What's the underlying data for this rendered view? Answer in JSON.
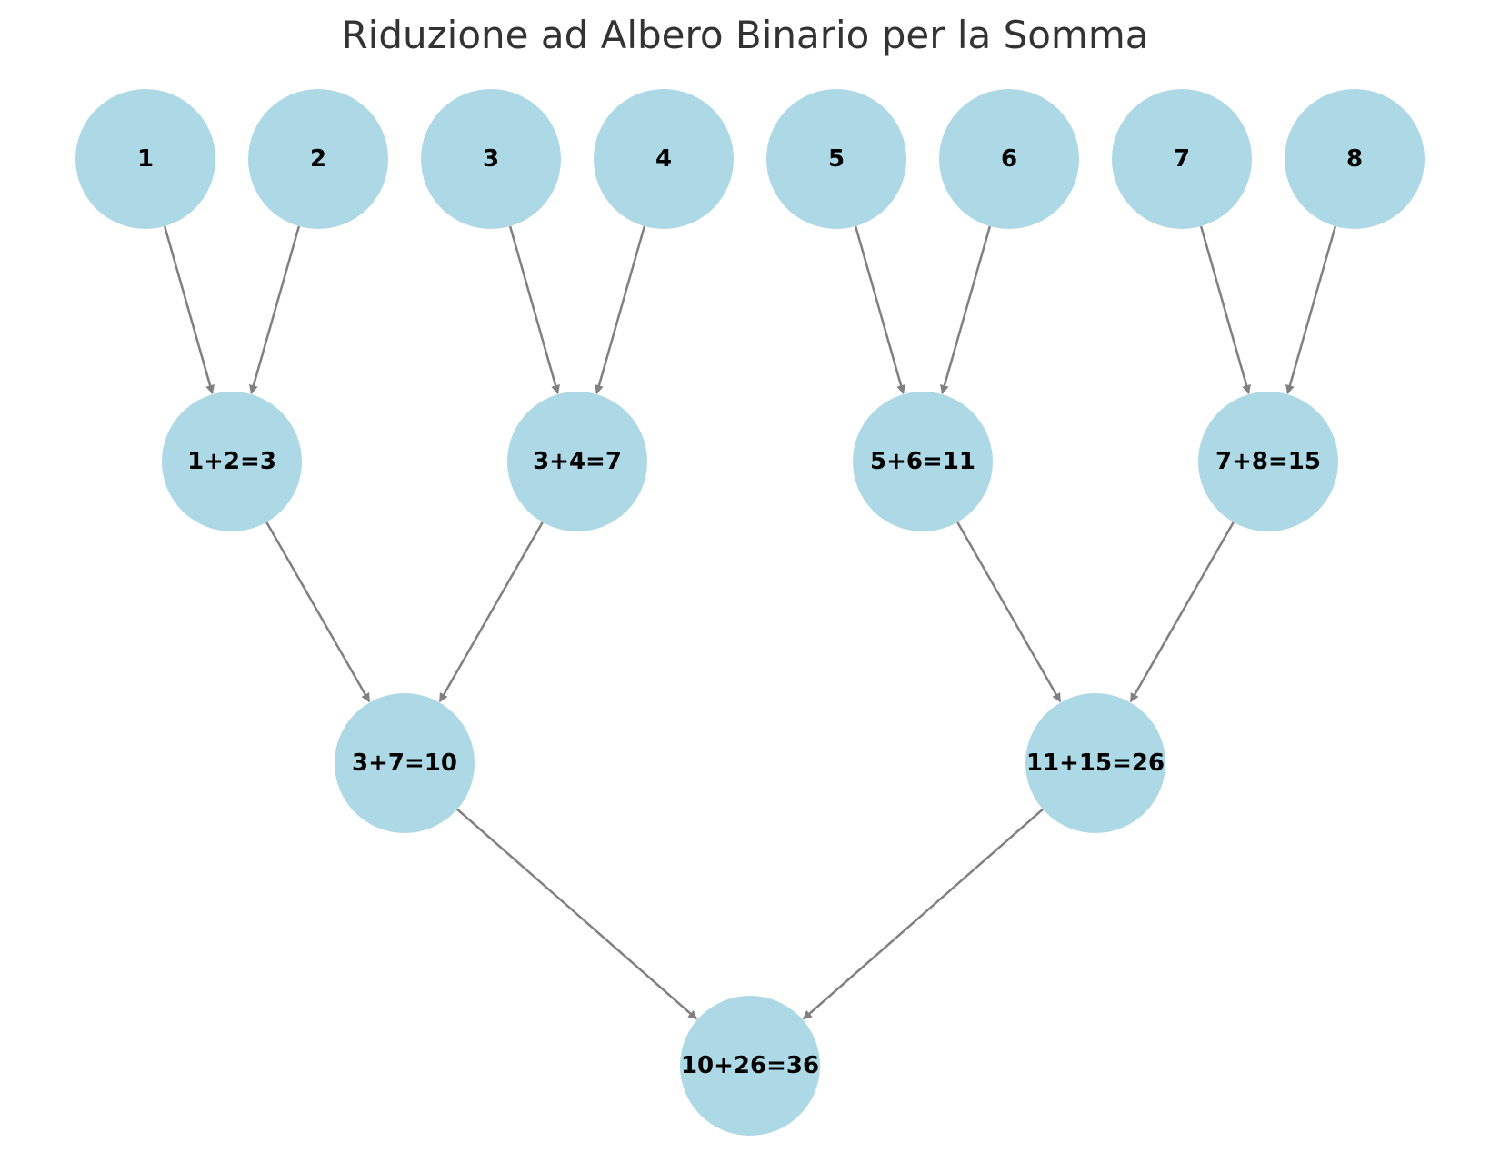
{
  "title": "Riduzione ad Albero Binario per la Somma",
  "colors": {
    "node_fill": "#add8e6",
    "edge": "#808080",
    "label": "#000000",
    "title": "#333333"
  },
  "levels": [
    [
      "1",
      "2",
      "3",
      "4",
      "5",
      "6",
      "7",
      "8"
    ],
    [
      "1+2=3",
      "3+4=7",
      "5+6=11",
      "7+8=15"
    ],
    [
      "3+7=10",
      "11+15=26"
    ],
    [
      "10+26=36"
    ]
  ],
  "edges": [
    {
      "from": "1",
      "to": "1+2=3"
    },
    {
      "from": "2",
      "to": "1+2=3"
    },
    {
      "from": "3",
      "to": "3+4=7"
    },
    {
      "from": "4",
      "to": "3+4=7"
    },
    {
      "from": "5",
      "to": "5+6=11"
    },
    {
      "from": "6",
      "to": "5+6=11"
    },
    {
      "from": "7",
      "to": "7+8=15"
    },
    {
      "from": "8",
      "to": "7+8=15"
    },
    {
      "from": "1+2=3",
      "to": "3+7=10"
    },
    {
      "from": "3+4=7",
      "to": "3+7=10"
    },
    {
      "from": "5+6=11",
      "to": "11+15=26"
    },
    {
      "from": "7+8=15",
      "to": "11+15=26"
    },
    {
      "from": "3+7=10",
      "to": "10+26=36"
    },
    {
      "from": "11+15=26",
      "to": "10+26=36"
    }
  ]
}
